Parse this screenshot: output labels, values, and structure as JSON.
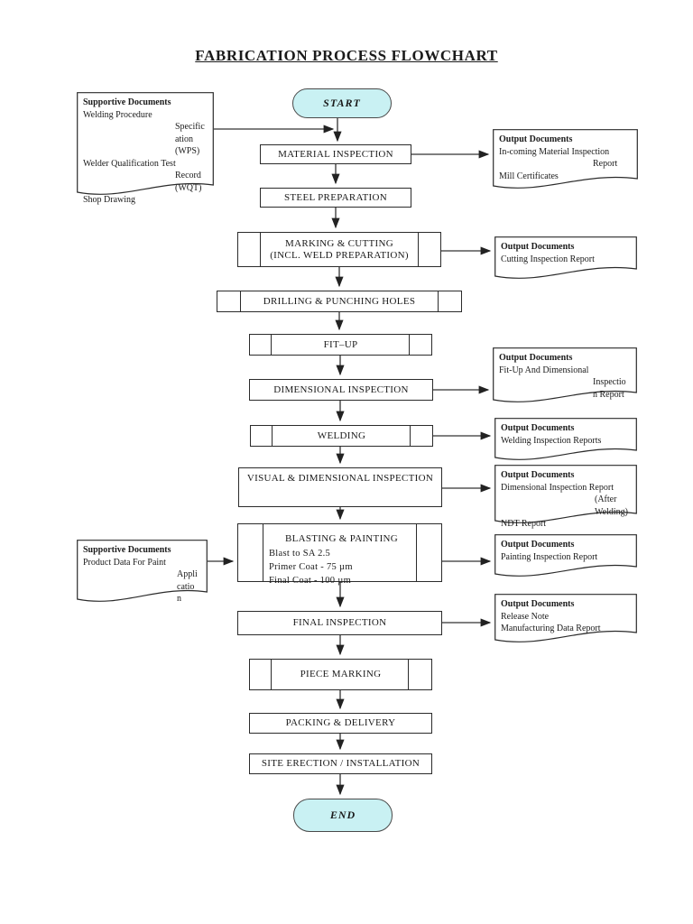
{
  "page": {
    "title": "FABRICATION PROCESS FLOWCHART"
  },
  "flow": {
    "start": "START",
    "end": "END",
    "material_inspection": "MATERIAL INSPECTION",
    "steel_preparation": "STEEL PREPARATION",
    "marking_cutting": {
      "line1": "MARKING & CUTTING",
      "line2": "(INCL. WELD PREPARATION)"
    },
    "drilling": "DRILLING & PUNCHING HOLES",
    "fit_up": "FIT–UP",
    "dimensional_inspection": "DIMENSIONAL INSPECTION",
    "welding": "WELDING",
    "visual_dimensional_inspection": "VISUAL & DIMENSIONAL INSPECTION",
    "blasting_painting": {
      "title": "BLASTING & PAINTING",
      "details": [
        "Blast to SA 2.5",
        "Primer Coat - 75 µm",
        "Final Coat - 100 µm"
      ]
    },
    "final_inspection": "FINAL INSPECTION",
    "piece_marking": "PIECE MARKING",
    "packing_delivery": "PACKING & DELIVERY",
    "site_erection": "SITE ERECTION / INSTALLATION"
  },
  "documents": {
    "supportive_welding": {
      "heading": "Supportive Documents",
      "lines": [
        "Welding Procedure",
        "Specific",
        "ation",
        "(WPS)",
        "Welder Qualification Test",
        "Record",
        "(WQT)",
        "Shop Drawing"
      ]
    },
    "output_material": {
      "heading": "Output Documents",
      "lines": [
        "In-coming Material Inspection",
        "Report",
        "Mill Certificates"
      ]
    },
    "output_cutting": {
      "heading": "Output Documents",
      "lines": [
        "Cutting Inspection Report"
      ]
    },
    "output_fitup": {
      "heading": "Output Documents",
      "lines": [
        "Fit-Up And Dimensional",
        "Inspectio",
        "n Report"
      ]
    },
    "output_welding": {
      "heading": "Output Documents",
      "lines": [
        "Welding Inspection Reports"
      ]
    },
    "output_dimensional": {
      "heading": "Output Documents",
      "lines": [
        "Dimensional Inspection Report",
        "(After",
        "Welding)",
        "NDT Report"
      ]
    },
    "supportive_paint": {
      "heading": "Supportive Documents",
      "lines": [
        "Product Data For Paint",
        "Appli",
        "catio",
        "n"
      ]
    },
    "output_painting": {
      "heading": "Output Documents",
      "lines": [
        "Painting Inspection Report"
      ]
    },
    "output_final": {
      "heading": "Output Documents",
      "lines": [
        "Release Note",
        "Manufacturing Data Report"
      ]
    }
  },
  "colors": {
    "terminator_fill": "#c9f1f3",
    "line": "#333333",
    "border": "#2b2b2b"
  }
}
